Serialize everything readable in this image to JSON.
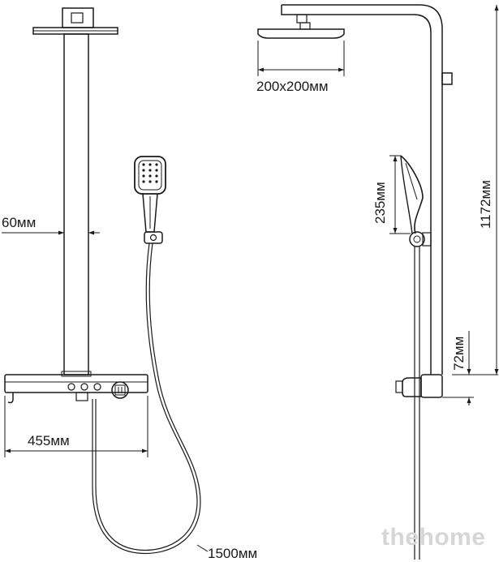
{
  "dimensions": {
    "head_size": "200x200мм",
    "pipe_diameter": "60мм",
    "shelf_width": "455мм",
    "hose_length": "1500мм",
    "hand_shower_length": "235мм",
    "total_height": "1172мм",
    "mixer_height": "72мм"
  },
  "watermark": "thehome"
}
